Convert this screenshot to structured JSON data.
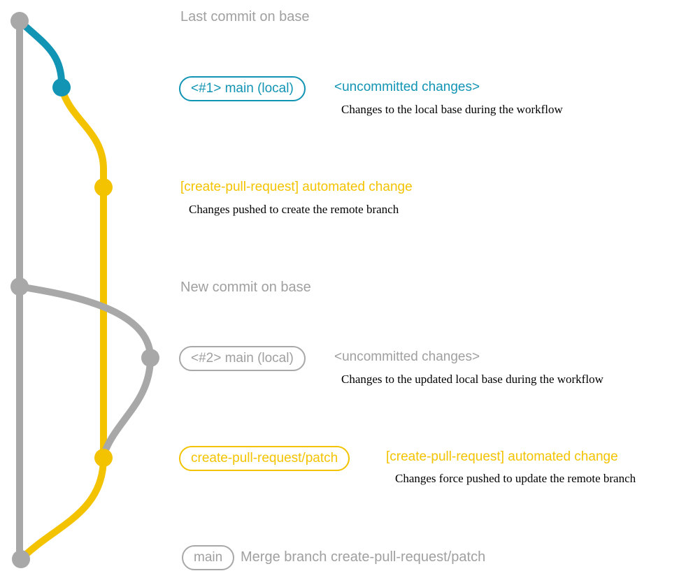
{
  "colors": {
    "gray": "#a8a8a8",
    "teal": "#1294b4",
    "yellow": "#f3c300",
    "black": "#000000"
  },
  "annotations": {
    "last_commit": "Last commit on base",
    "new_commit": "New commit on base"
  },
  "row1": {
    "branch_label": "<#1> main (local)",
    "status": "<uncommitted changes>",
    "description": "Changes to the local base during the workflow"
  },
  "row2": {
    "commit_message": "[create-pull-request] automated change",
    "description": "Changes pushed to create the remote branch"
  },
  "row3": {
    "branch_label": "<#2> main (local)",
    "status": "<uncommitted changes>",
    "description": "Changes to the updated local base during the workflow"
  },
  "row4": {
    "branch_label": "create-pull-request/patch",
    "commit_message": "[create-pull-request] automated change",
    "description": "Changes force pushed to update the remote branch"
  },
  "row5": {
    "branch_label": "main",
    "commit_message": "Merge branch create-pull-request/patch"
  }
}
